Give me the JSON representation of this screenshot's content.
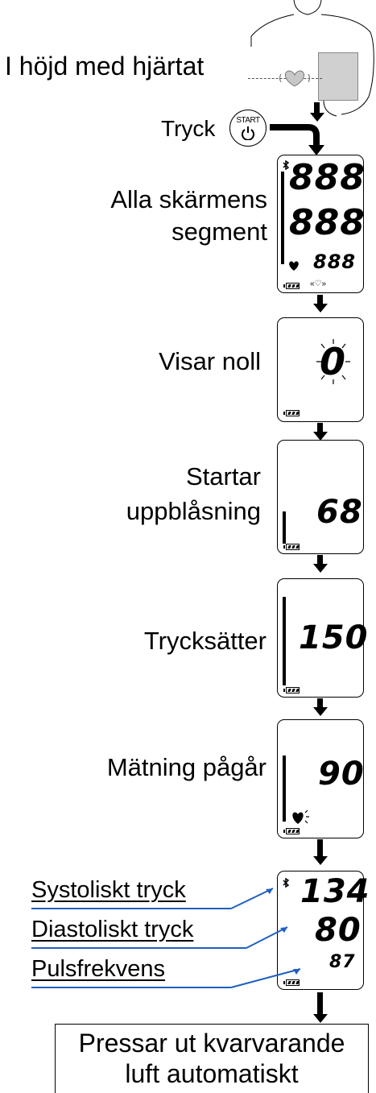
{
  "labels": {
    "heart_level": "I höjd med hjärtat",
    "press": "Tryck",
    "start_button": "START",
    "all_segments_1": "Alla skärmens",
    "all_segments_2": "segment",
    "shows_zero": "Visar noll",
    "starts_inflation_1": "Startar",
    "starts_inflation_2": "uppblåsning",
    "pressurizing": "Trycksätter",
    "measuring": "Mätning pågår",
    "systolic": "Systoliskt tryck",
    "diastolic": "Diastoliskt tryck",
    "pulse": "Pulsfrekvens",
    "exhaust_1": "Pressar ut kvarvarande",
    "exhaust_2": "luft automatiskt"
  },
  "displays": {
    "all_segments": {
      "top": "888",
      "middle": "888",
      "bottom": "888"
    },
    "zero": {
      "value": "0"
    },
    "inflation": {
      "value": "68"
    },
    "pressurizing": {
      "value": "150"
    },
    "measuring": {
      "value": "90"
    },
    "result": {
      "systolic": "134",
      "diastolic": "80",
      "pulse": "87"
    }
  },
  "colors": {
    "pointer_lines": "#1f5fbf",
    "ink": "#000000"
  }
}
